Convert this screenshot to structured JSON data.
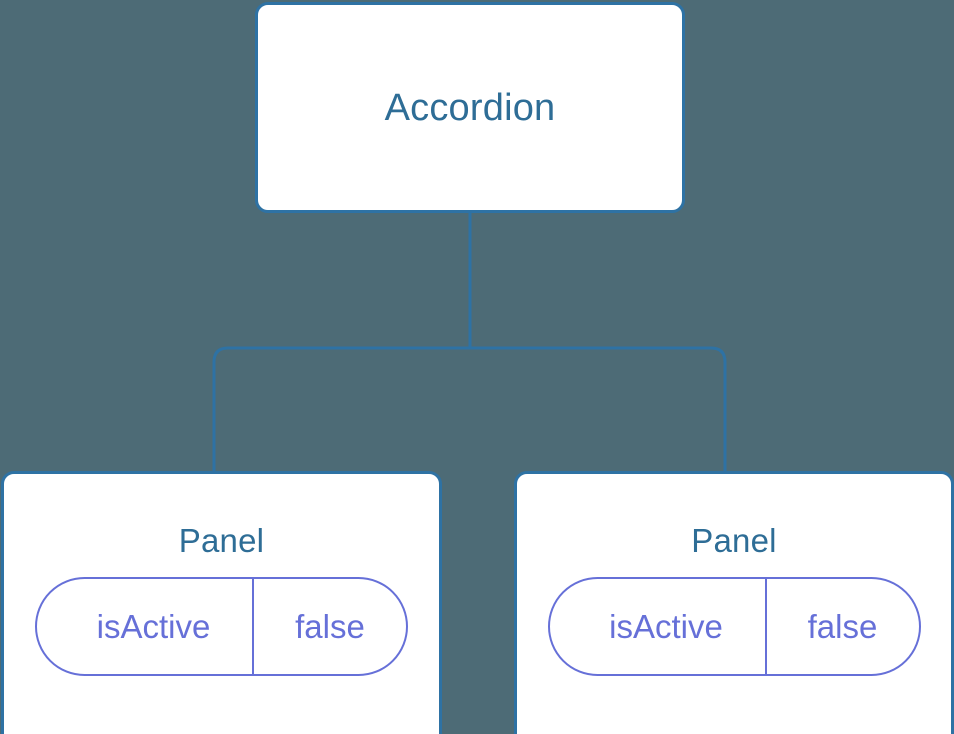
{
  "diagram": {
    "type": "component-tree",
    "background_color": "#4d6b76",
    "node_border_color": "#2e72a4",
    "node_title_color": "#2e6d96",
    "prop_color": "#6670d8",
    "edge_color": "#2e72a4",
    "root": {
      "title": "Accordion"
    },
    "children": [
      {
        "title": "Panel",
        "props": [
          {
            "key": "isActive",
            "value": "false"
          }
        ]
      },
      {
        "title": "Panel",
        "props": [
          {
            "key": "isActive",
            "value": "false"
          }
        ]
      }
    ]
  }
}
